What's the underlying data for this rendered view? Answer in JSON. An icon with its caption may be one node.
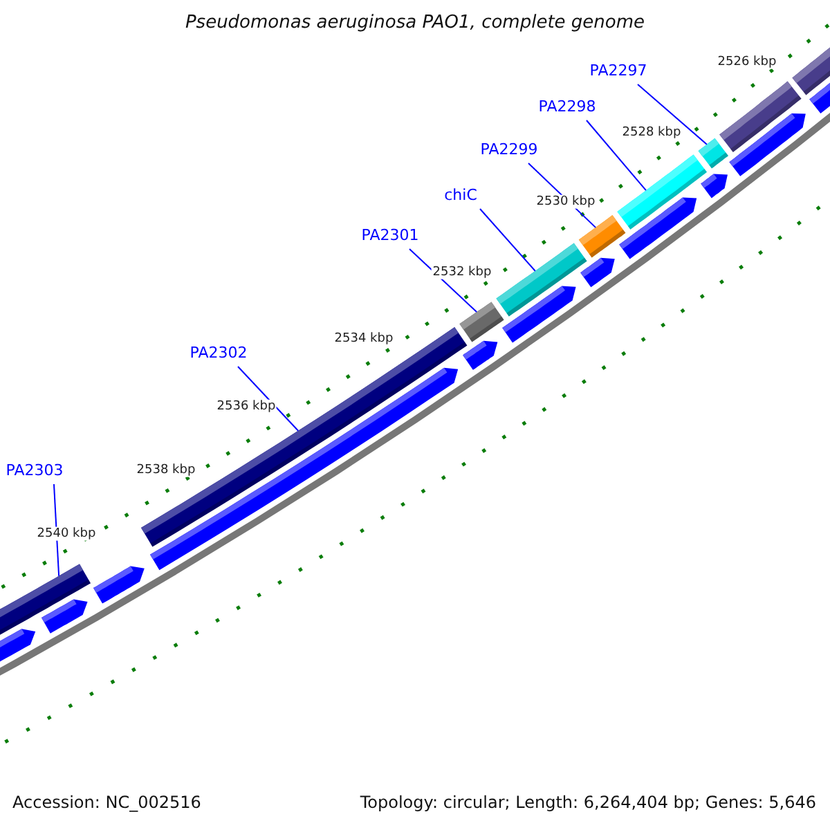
{
  "diagram": {
    "title": "Pseudomonas aeruginosa PAO1, complete genome",
    "nodes": [
      {
        "text": [
          "PA2297"
        ]
      },
      {
        "text": [
          "PA2298"
        ]
      },
      {
        "text": [
          "PA2299"
        ]
      },
      {
        "text": [
          "chiC"
        ]
      },
      {
        "text": [
          "PA2301"
        ]
      },
      {
        "text": [
          "PA2302"
        ]
      },
      {
        "text": [
          "PA2303"
        ]
      },
      {
        "text": [],
        "shape": "bar"
      },
      {
        "text": [],
        "shape": "bar"
      },
      {
        "text": [],
        "shape": "bar"
      },
      {
        "text": [],
        "shape": "bar"
      },
      {
        "text": [],
        "shape": "bar"
      },
      {
        "text": [],
        "shape": "bar"
      },
      {
        "text": [],
        "shape": "bar"
      }
    ],
    "edges": [
      {
        "from": 0,
        "to": 7,
        "arrow": "none"
      },
      {
        "from": 1,
        "to": 8,
        "arrow": "none"
      },
      {
        "from": 2,
        "to": 9,
        "arrow": "none"
      },
      {
        "from": 3,
        "to": 10,
        "arrow": "none"
      },
      {
        "from": 4,
        "to": 11,
        "arrow": "none"
      },
      {
        "from": 5,
        "to": 12,
        "arrow": "none"
      },
      {
        "from": 6,
        "to": 13,
        "arrow": "none"
      }
    ],
    "labels": [
      "2526 kbp",
      "2528 kbp",
      "2530 kbp",
      "2532 kbp",
      "2534 kbp",
      "2536 kbp",
      "2538 kbp",
      "2540 kbp",
      "Accession: NC_002516",
      "Topology: circular; Length: 6,264,404 bp; Genes: 5,646"
    ]
  }
}
